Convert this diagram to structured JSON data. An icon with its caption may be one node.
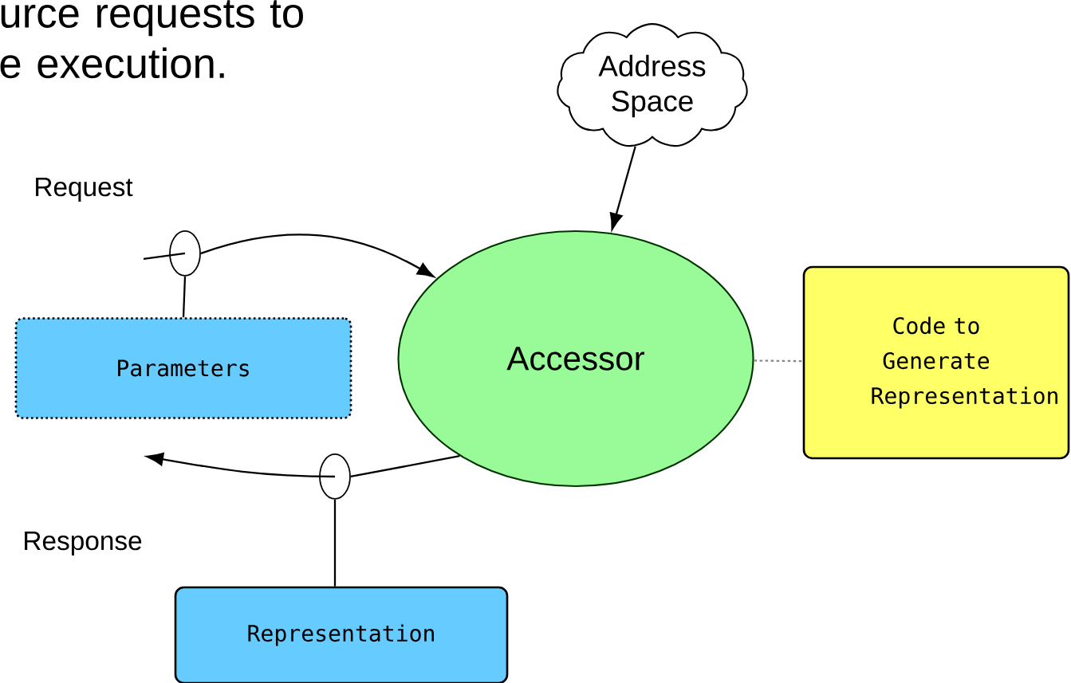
{
  "diagram": {
    "nodes": [
      {
        "text": [
          "Address Space"
        ]
      },
      {
        "text": [
          "Accessor"
        ]
      },
      {
        "text": [
          "Parameters"
        ]
      },
      {
        "text": [
          "Code to Generate Representation"
        ]
      },
      {
        "text": [
          "Representation"
        ]
      },
      {
        "text": [],
        "shape": "circle"
      },
      {
        "text": [],
        "shape": "circle"
      }
    ],
    "edges": [
      {
        "from": 0,
        "to": 1,
        "arrow": "to"
      },
      {
        "from": null,
        "to": 5,
        "arrow": "none"
      },
      {
        "from": 5,
        "to": 1,
        "arrow": "to"
      },
      {
        "from": 2,
        "to": 5,
        "arrow": "none"
      },
      {
        "from": 1,
        "to": 3,
        "arrow": "none",
        "style": "dashed",
        "color": "#888888"
      },
      {
        "from": 1,
        "to": 6,
        "arrow": "none"
      },
      {
        "from": 6,
        "to": null,
        "arrow": "to"
      },
      {
        "from": 4,
        "to": 6,
        "arrow": "none"
      }
    ],
    "labels": [
      "urce requests to e execution.",
      "Request",
      "Response"
    ]
  }
}
